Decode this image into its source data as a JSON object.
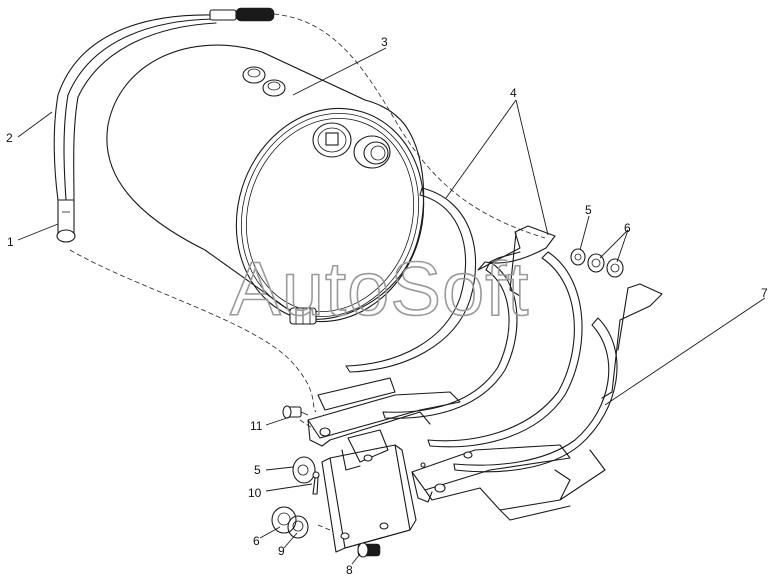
{
  "watermark": "AutoSoft",
  "callouts": [
    {
      "id": "c1",
      "text": "1"
    },
    {
      "id": "c2",
      "text": "2"
    },
    {
      "id": "c3",
      "text": "3"
    },
    {
      "id": "c4",
      "text": "4"
    },
    {
      "id": "c5a",
      "text": "5"
    },
    {
      "id": "c6a",
      "text": "6"
    },
    {
      "id": "c7",
      "text": "7"
    },
    {
      "id": "c11",
      "text": "11"
    },
    {
      "id": "c5b",
      "text": "5"
    },
    {
      "id": "c10",
      "text": "10"
    },
    {
      "id": "c6b",
      "text": "6"
    },
    {
      "id": "c9",
      "text": "9"
    },
    {
      "id": "c8",
      "text": "8"
    }
  ]
}
